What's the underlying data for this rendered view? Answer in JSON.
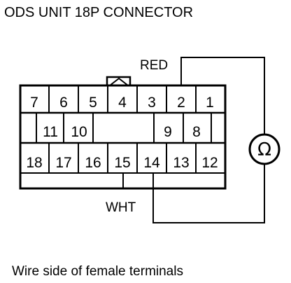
{
  "title": "ODS UNIT 18P CONNECTOR",
  "caption": "Wire side of female terminals",
  "wire_labels": {
    "red": "RED",
    "white": "WHT"
  },
  "meter_symbol": "Ω",
  "meter_icon": "ohmmeter-icon",
  "connector": {
    "top_row": [
      "7",
      "6",
      "5",
      "4",
      "3",
      "2",
      "1"
    ],
    "middle_row_left": [
      "11",
      "10"
    ],
    "middle_row_right": [
      "9",
      "8"
    ],
    "bottom_row": [
      "18",
      "17",
      "16",
      "15",
      "14",
      "13",
      "12"
    ]
  }
}
